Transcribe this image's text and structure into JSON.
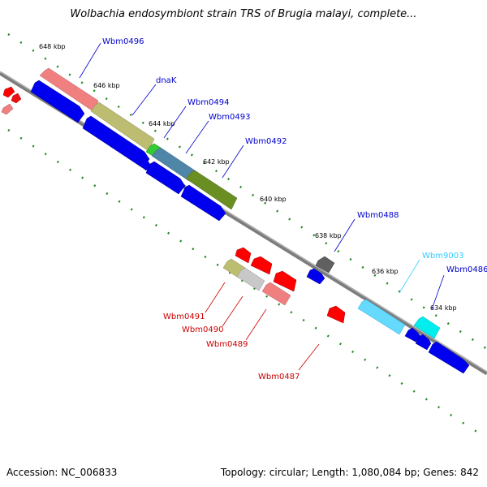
{
  "title": "Wolbachia endosymbiont strain TRS of Brugia malayi, complete...",
  "footer": {
    "accession": "Accession: NC_006833",
    "topology": "Topology: circular; Length: 1,080,084 bp; Genes: 842"
  },
  "scale_labels": [
    "648 kbp",
    "646 kbp",
    "644 kbp",
    "642 kbp",
    "640 kbp",
    "638 kbp",
    "636 kbp",
    "634 kbp"
  ],
  "gene_labels": {
    "top": [
      "Wbm0496",
      "dnaK",
      "Wbm0494",
      "Wbm0493",
      "Wbm0492",
      "Wbm0488",
      "Wbm9003",
      "Wbm0486"
    ],
    "bottom": [
      "Wbm0491",
      "Wbm0490",
      "Wbm0489",
      "Wbm0487"
    ]
  },
  "colors": {
    "forward_label": "#0000cc",
    "reverse_label": "#cc0000",
    "cyan_label": "#33ccff",
    "backbone": "#808080",
    "tick": "#228822"
  }
}
